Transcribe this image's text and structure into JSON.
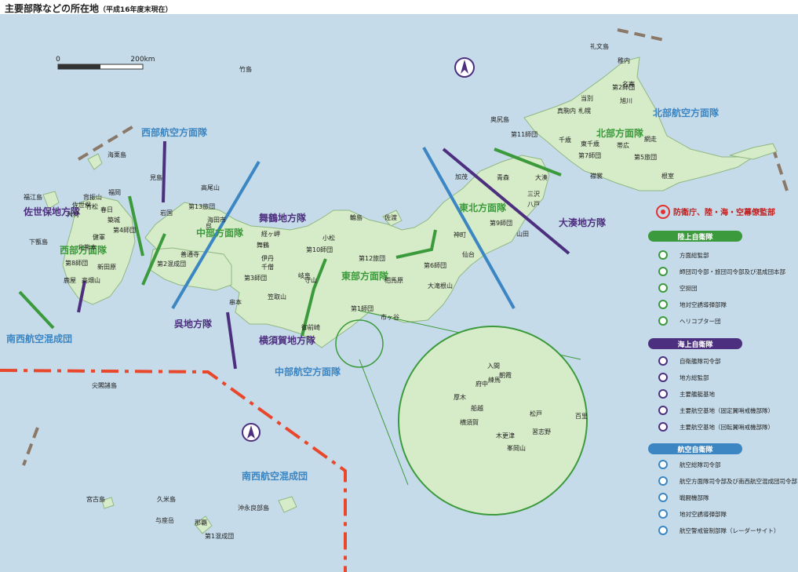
{
  "title": "主要部隊などの所在地",
  "title_sub": "（平成16年度末現在）",
  "scale": {
    "zero": "0",
    "max": "200km"
  },
  "colors": {
    "sea": "#c6dbe9",
    "land": "#d6ebc7",
    "land_edge": "#8fb783",
    "gsdf_line": "#3b9a3b",
    "msdf_line": "#4d2f7f",
    "asdf_line": "#3b86c3",
    "adiz": "#e8472b",
    "territory": "#8a7868",
    "msdf_color": "#4d2f7f",
    "asdf_color": "#3b86c3",
    "gsdf_color": "#3b9a3b",
    "defense_agency": "#e53030"
  },
  "regions": {
    "gsdf": [
      "北部方面隊",
      "東北方面隊",
      "東部方面隊",
      "中部方面隊",
      "西部方面隊"
    ],
    "msdf": [
      "大湊地方隊",
      "舞鶴地方隊",
      "横須賀地方隊",
      "呉地方隊",
      "佐世保地方隊"
    ],
    "asdf": [
      "北部航空方面隊",
      "中部航空方面隊",
      "西部航空方面隊",
      "南西航空混成団",
      "南西航空混成団"
    ]
  },
  "places": [
    "礼文島",
    "稚内",
    "名寄",
    "当別",
    "旭川",
    "真駒内",
    "札幌",
    "奥尻島",
    "千歳",
    "東千歳",
    "帯広",
    "第7師団",
    "第5旅団",
    "網走",
    "根室",
    "襟裳",
    "第11師団",
    "第2師団",
    "加茂",
    "青森",
    "大湊",
    "三沢",
    "八戸",
    "第9師団",
    "山田",
    "神町",
    "仙台",
    "第6師団",
    "大滝根山",
    "佐渡",
    "輪島",
    "小松",
    "第10師団",
    "舞鶴",
    "経ヶ岬",
    "伊丹",
    "千僧",
    "第3師団",
    "第12旅団",
    "相馬原",
    "岐阜",
    "守山",
    "笠取山",
    "御前崎",
    "串本",
    "第13旅団",
    "海田市",
    "呉",
    "岩国",
    "見島",
    "高尾山",
    "善通寺",
    "第2混成団",
    "福江島",
    "背振山",
    "福岡",
    "竹松",
    "春日",
    "築城",
    "大村",
    "佐世保",
    "第4師団",
    "北熊本",
    "健軍",
    "下甑島",
    "第8師団",
    "新田原",
    "鹿屋",
    "高畑山",
    "海栗島",
    "竹島",
    "第1師団",
    "市ヶ谷",
    "尖閣諸島",
    "宮古島",
    "久米島",
    "沖永良部島",
    "与座岳",
    "那覇",
    "第1混成団",
    "入間",
    "朝霞",
    "練馬",
    "府中",
    "厚木",
    "船越",
    "横須賀",
    "松戸",
    "習志野",
    "木更津",
    "百里",
    "峯岡山"
  ],
  "legend": {
    "top_label": "防衛庁、陸・海・空幕僚監部",
    "gsdf_header": "陸上自衛隊",
    "gsdf_items": [
      "方面総監部",
      "師団司令部・旅団司令部及び混成団本部",
      "空挺団",
      "地対空誘導弾部隊",
      "ヘリコプター団"
    ],
    "msdf_header": "海上自衛隊",
    "msdf_items": [
      "自衛艦隊司令部",
      "地方総監部",
      "主要艦艇基地",
      "主要航空基地（固定翼哨戒機部隊）",
      "主要航空基地（回転翼哨戒機部隊）"
    ],
    "asdf_header": "航空自衛隊",
    "asdf_items": [
      "航空総隊司令部",
      "航空方面隊司令部及び南西航空混成団司令部",
      "戦闘機部隊",
      "地対空誘導弾部隊",
      "航空警戒管制部隊（レーダーサイト）"
    ]
  }
}
